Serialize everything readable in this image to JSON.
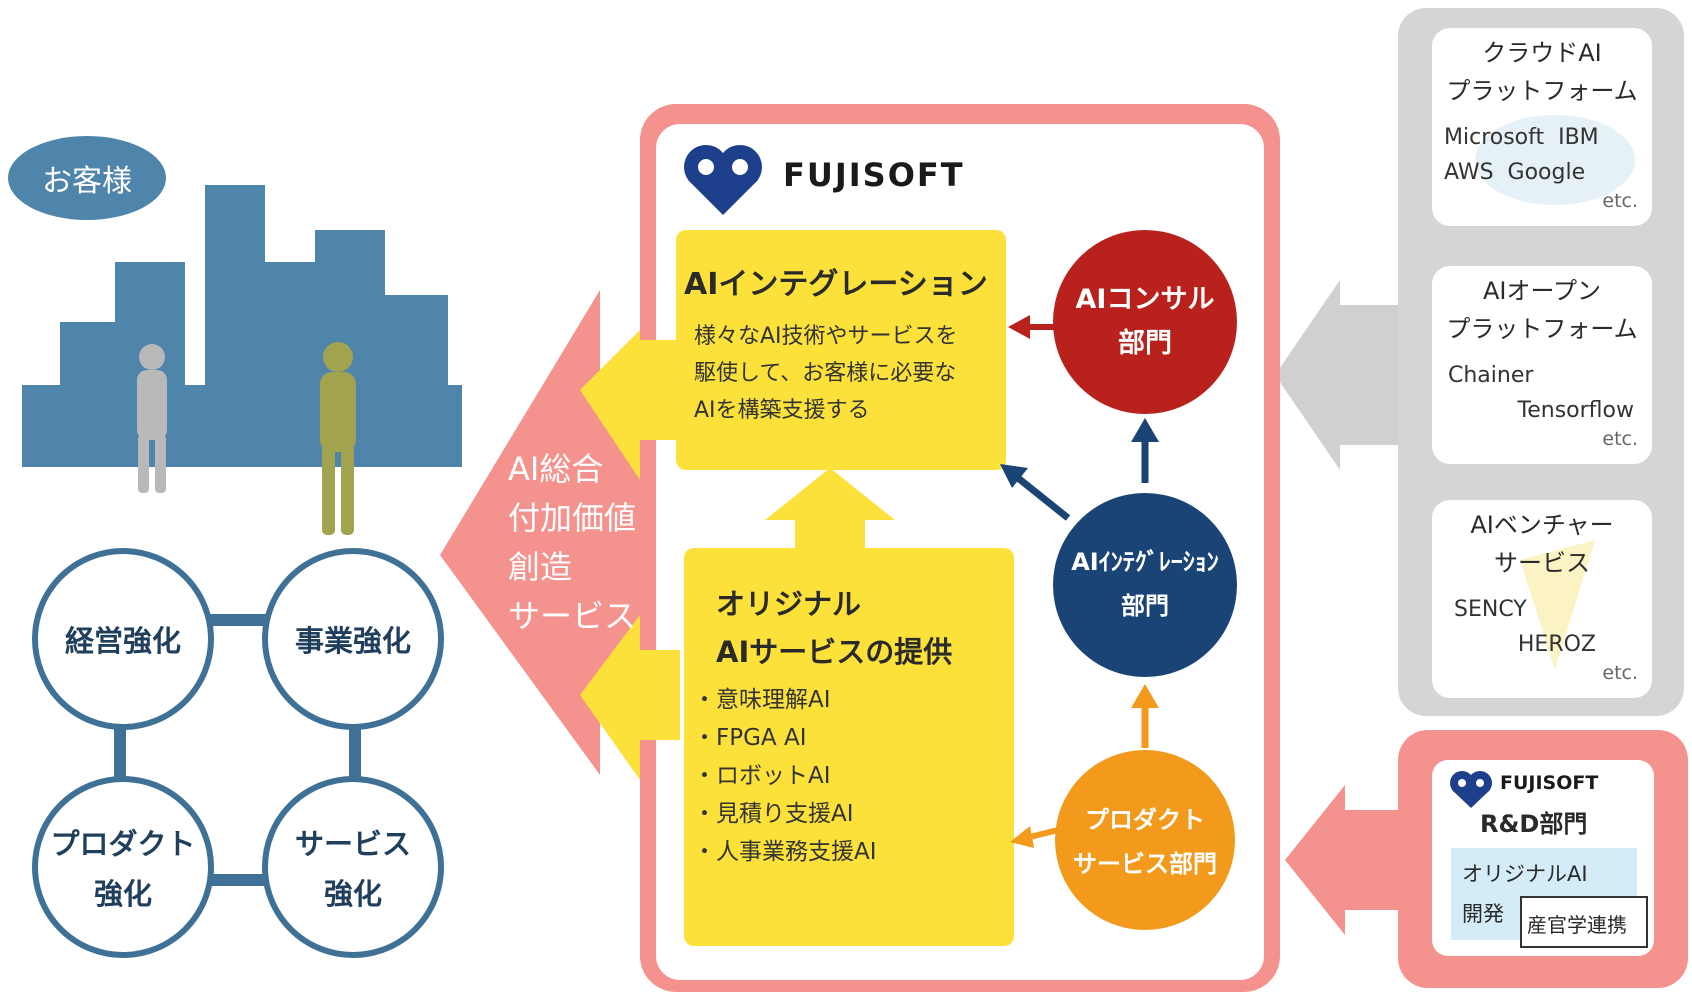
{
  "customer_label": "お客様",
  "circles": {
    "management": "経営強化",
    "business": "事業強化",
    "product": [
      "プロダクト",
      "強化"
    ],
    "service": [
      "サービス",
      "強化"
    ]
  },
  "value_arrow": {
    "lines": [
      "AI総合",
      "付加価値",
      "創造",
      "サービス"
    ]
  },
  "logo_text": "FUJISOFT",
  "integration_box": {
    "title": "AIインテグレーション",
    "desc": [
      "様々なAI技術やサービスを",
      "駆使して、お客様に必要な",
      "AIを構築支援する"
    ]
  },
  "original_box": {
    "title": [
      "オリジナル",
      "AIサービスの提供"
    ],
    "items": [
      "・意味理解AI",
      "・FPGA AI",
      "・ロボットAI",
      "・見積り支援AI",
      "・人事業務支援AI"
    ]
  },
  "departments": {
    "consulting": [
      "AIコンサル",
      "部門"
    ],
    "integration": [
      "AIｲﾝﾃｸﾞﾚｰｼｮﾝ",
      "部門"
    ],
    "product": [
      "プロダクト",
      "サービス部門"
    ]
  },
  "platforms": [
    {
      "title": [
        "クラウドAI",
        "プラットフォーム"
      ],
      "lines": [
        "Microsoft  IBM",
        "AWS  Google"
      ],
      "etc": "etc."
    },
    {
      "title": [
        "AIオープン",
        "プラットフォーム"
      ],
      "lines": [
        "Chainer",
        "Tensorflow"
      ],
      "etc": "etc."
    },
    {
      "title": [
        "AIベンチャー",
        "サービス"
      ],
      "lines": [
        "SENCY",
        "HEROZ"
      ],
      "etc": "etc."
    }
  ],
  "rnd": {
    "logo_text": "FUJISOFT",
    "title": "R&D部門",
    "box_line1": "オリジナルAI",
    "box_line2": "開発",
    "tag": "産官学連携"
  },
  "colors": {
    "salmon": "#f4938e",
    "yellow": "#fbe13a",
    "red": "#b8211c",
    "navy": "#1b4476",
    "orange": "#f39a1c",
    "gray_panel": "#d5d5d5",
    "city_blue": "#4f84ab",
    "circle_border": "#3f7196"
  }
}
